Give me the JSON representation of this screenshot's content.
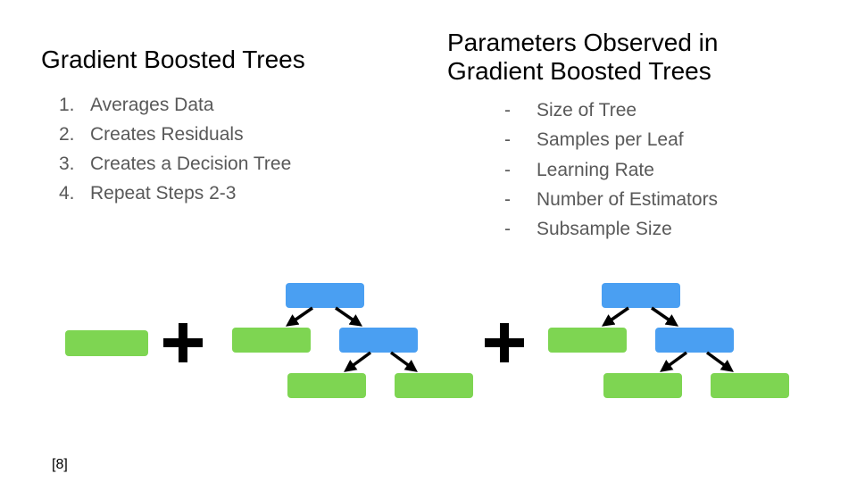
{
  "left": {
    "title": "Gradient Boosted Trees",
    "steps": [
      {
        "num": "1.",
        "text": "Averages Data"
      },
      {
        "num": "2.",
        "text": "Creates Residuals"
      },
      {
        "num": "3.",
        "text": "Creates a Decision Tree"
      },
      {
        "num": "4.",
        "text": "Repeat Steps 2-3"
      }
    ]
  },
  "right": {
    "title_line1": "Parameters Observed in",
    "title_line2": "Gradient Boosted Trees",
    "bullet": "-",
    "params": [
      "Size of Tree",
      "Samples per Leaf",
      "Learning Rate",
      "Number of Estimators",
      "Subsample Size"
    ]
  },
  "diagram": {
    "operator": "+",
    "colors": {
      "leaf": "#7ed552",
      "node": "#4a9ff2",
      "arrow": "#000000"
    }
  },
  "citation": "[8]"
}
